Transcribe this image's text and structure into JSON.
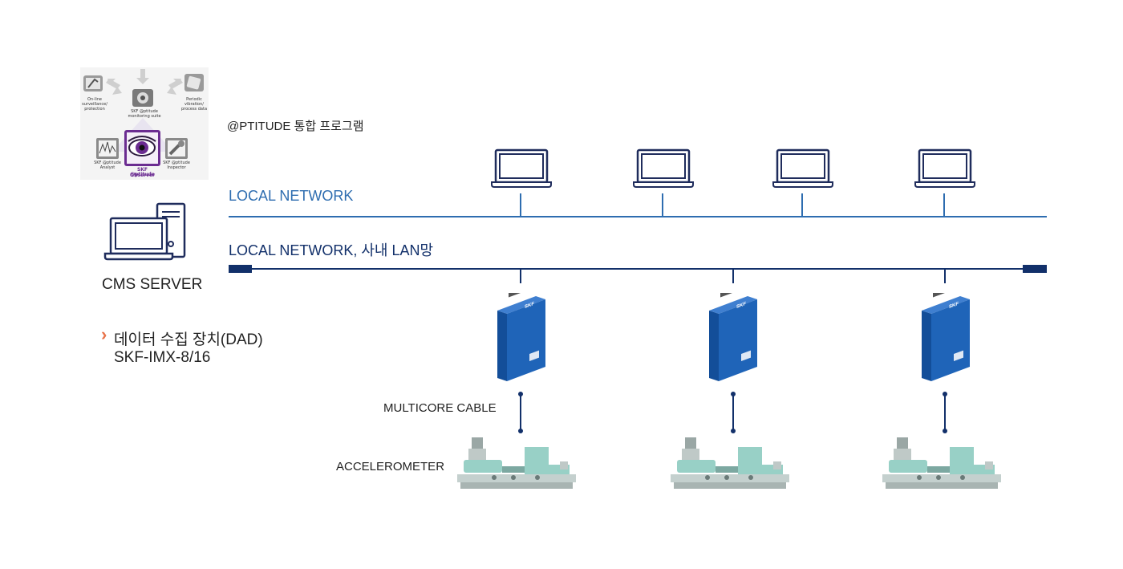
{
  "software": {
    "heading": "@PTITUDE 통합 프로그램",
    "suite": {
      "online": "On-line surveillance/ protection",
      "suite_center": "SKF @ptitude monitoring suite",
      "periodic": "Periodic vibration/ process data",
      "analyst": "SKF @ptitude Analyst",
      "observer_title": "SKF @ptitude",
      "observer_sub": "Observer",
      "inspector": "SKF @ptitude Inspector"
    }
  },
  "server": {
    "label": "CMS SERVER"
  },
  "dad": {
    "arrow": "›",
    "line1": "데이터 수집 장치(DAD)",
    "line2": "SKF-IMX-8/16"
  },
  "networks": {
    "upper": {
      "label": "LOCAL NETWORK",
      "color": "#2e6db0"
    },
    "lower": {
      "label": "LOCAL NETWORK, 사내 LAN망",
      "color": "#12306a"
    }
  },
  "labels": {
    "cable": "MULTICORE CABLE",
    "sensor": "ACCELEROMETER"
  },
  "device_logo": "SKF",
  "colors": {
    "icon_navy": "#1f2c5c",
    "device_blue": "#1f64b8",
    "machine_teal": "#98d0c6",
    "accent_orange": "#e8734a"
  }
}
